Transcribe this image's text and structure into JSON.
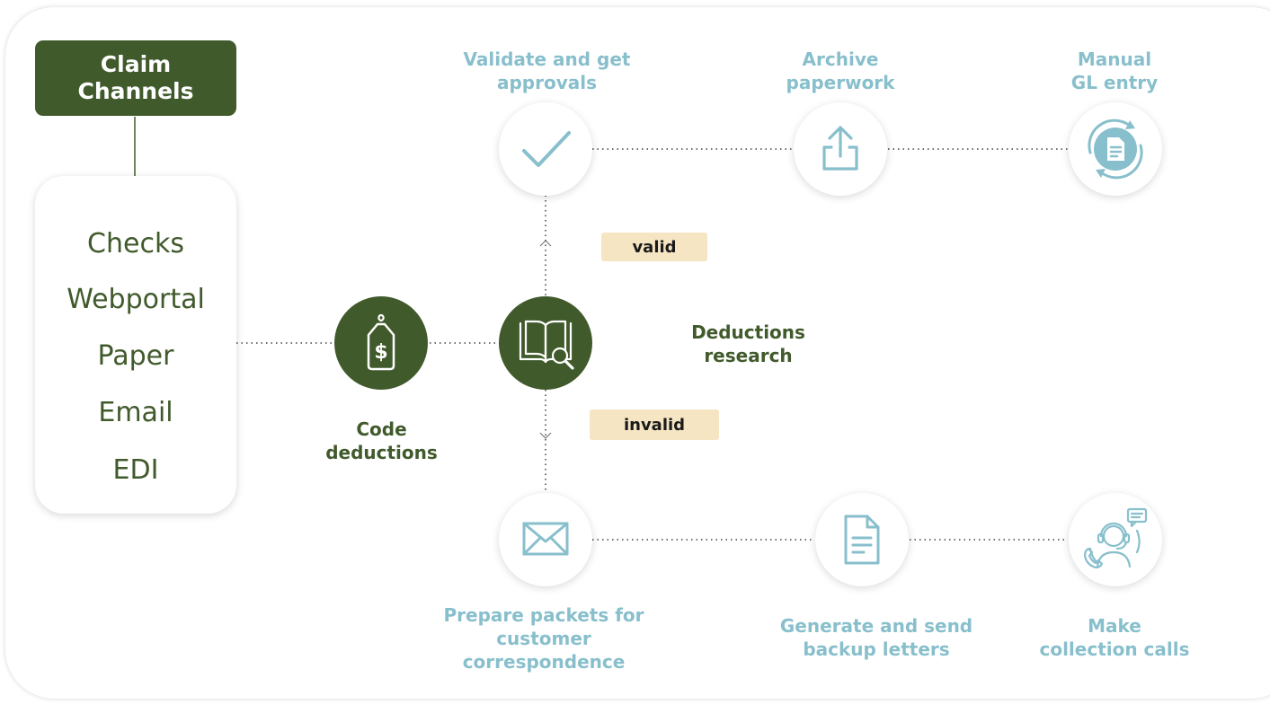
{
  "header": {
    "line1": "Claim",
    "line2": "Channels"
  },
  "channels": [
    "Checks",
    "Webportal",
    "Paper",
    "Email",
    "EDI"
  ],
  "steps": {
    "code": {
      "line1": "Code",
      "line2": "deductions",
      "icon": "price-tag-dollar-icon"
    },
    "research": {
      "line1": "Deductions",
      "line2": "research",
      "icon": "book-magnifier-icon"
    },
    "validate": {
      "line1": "Validate and get",
      "line2": "approvals",
      "icon": "checkmark-icon"
    },
    "archive": {
      "line1": "Archive",
      "line2": "paperwork",
      "icon": "upload-icon"
    },
    "gl": {
      "line1": "Manual",
      "line2": "GL entry",
      "icon": "document-cycle-icon"
    },
    "prepare": {
      "line1": "Prepare packets for",
      "line2": "customer",
      "line3": "correspondence",
      "icon": "envelope-icon"
    },
    "letters": {
      "line1": "Generate and send",
      "line2": "backup letters",
      "icon": "document-icon"
    },
    "calls": {
      "line1": "Make",
      "line2": "collection calls",
      "icon": "headset-agent-icon"
    }
  },
  "tags": {
    "valid": "valid",
    "invalid": "invalid"
  },
  "colors": {
    "green": "#415a2c",
    "teal": "#88bfcc",
    "tag_bg": "#f6e5c3"
  }
}
